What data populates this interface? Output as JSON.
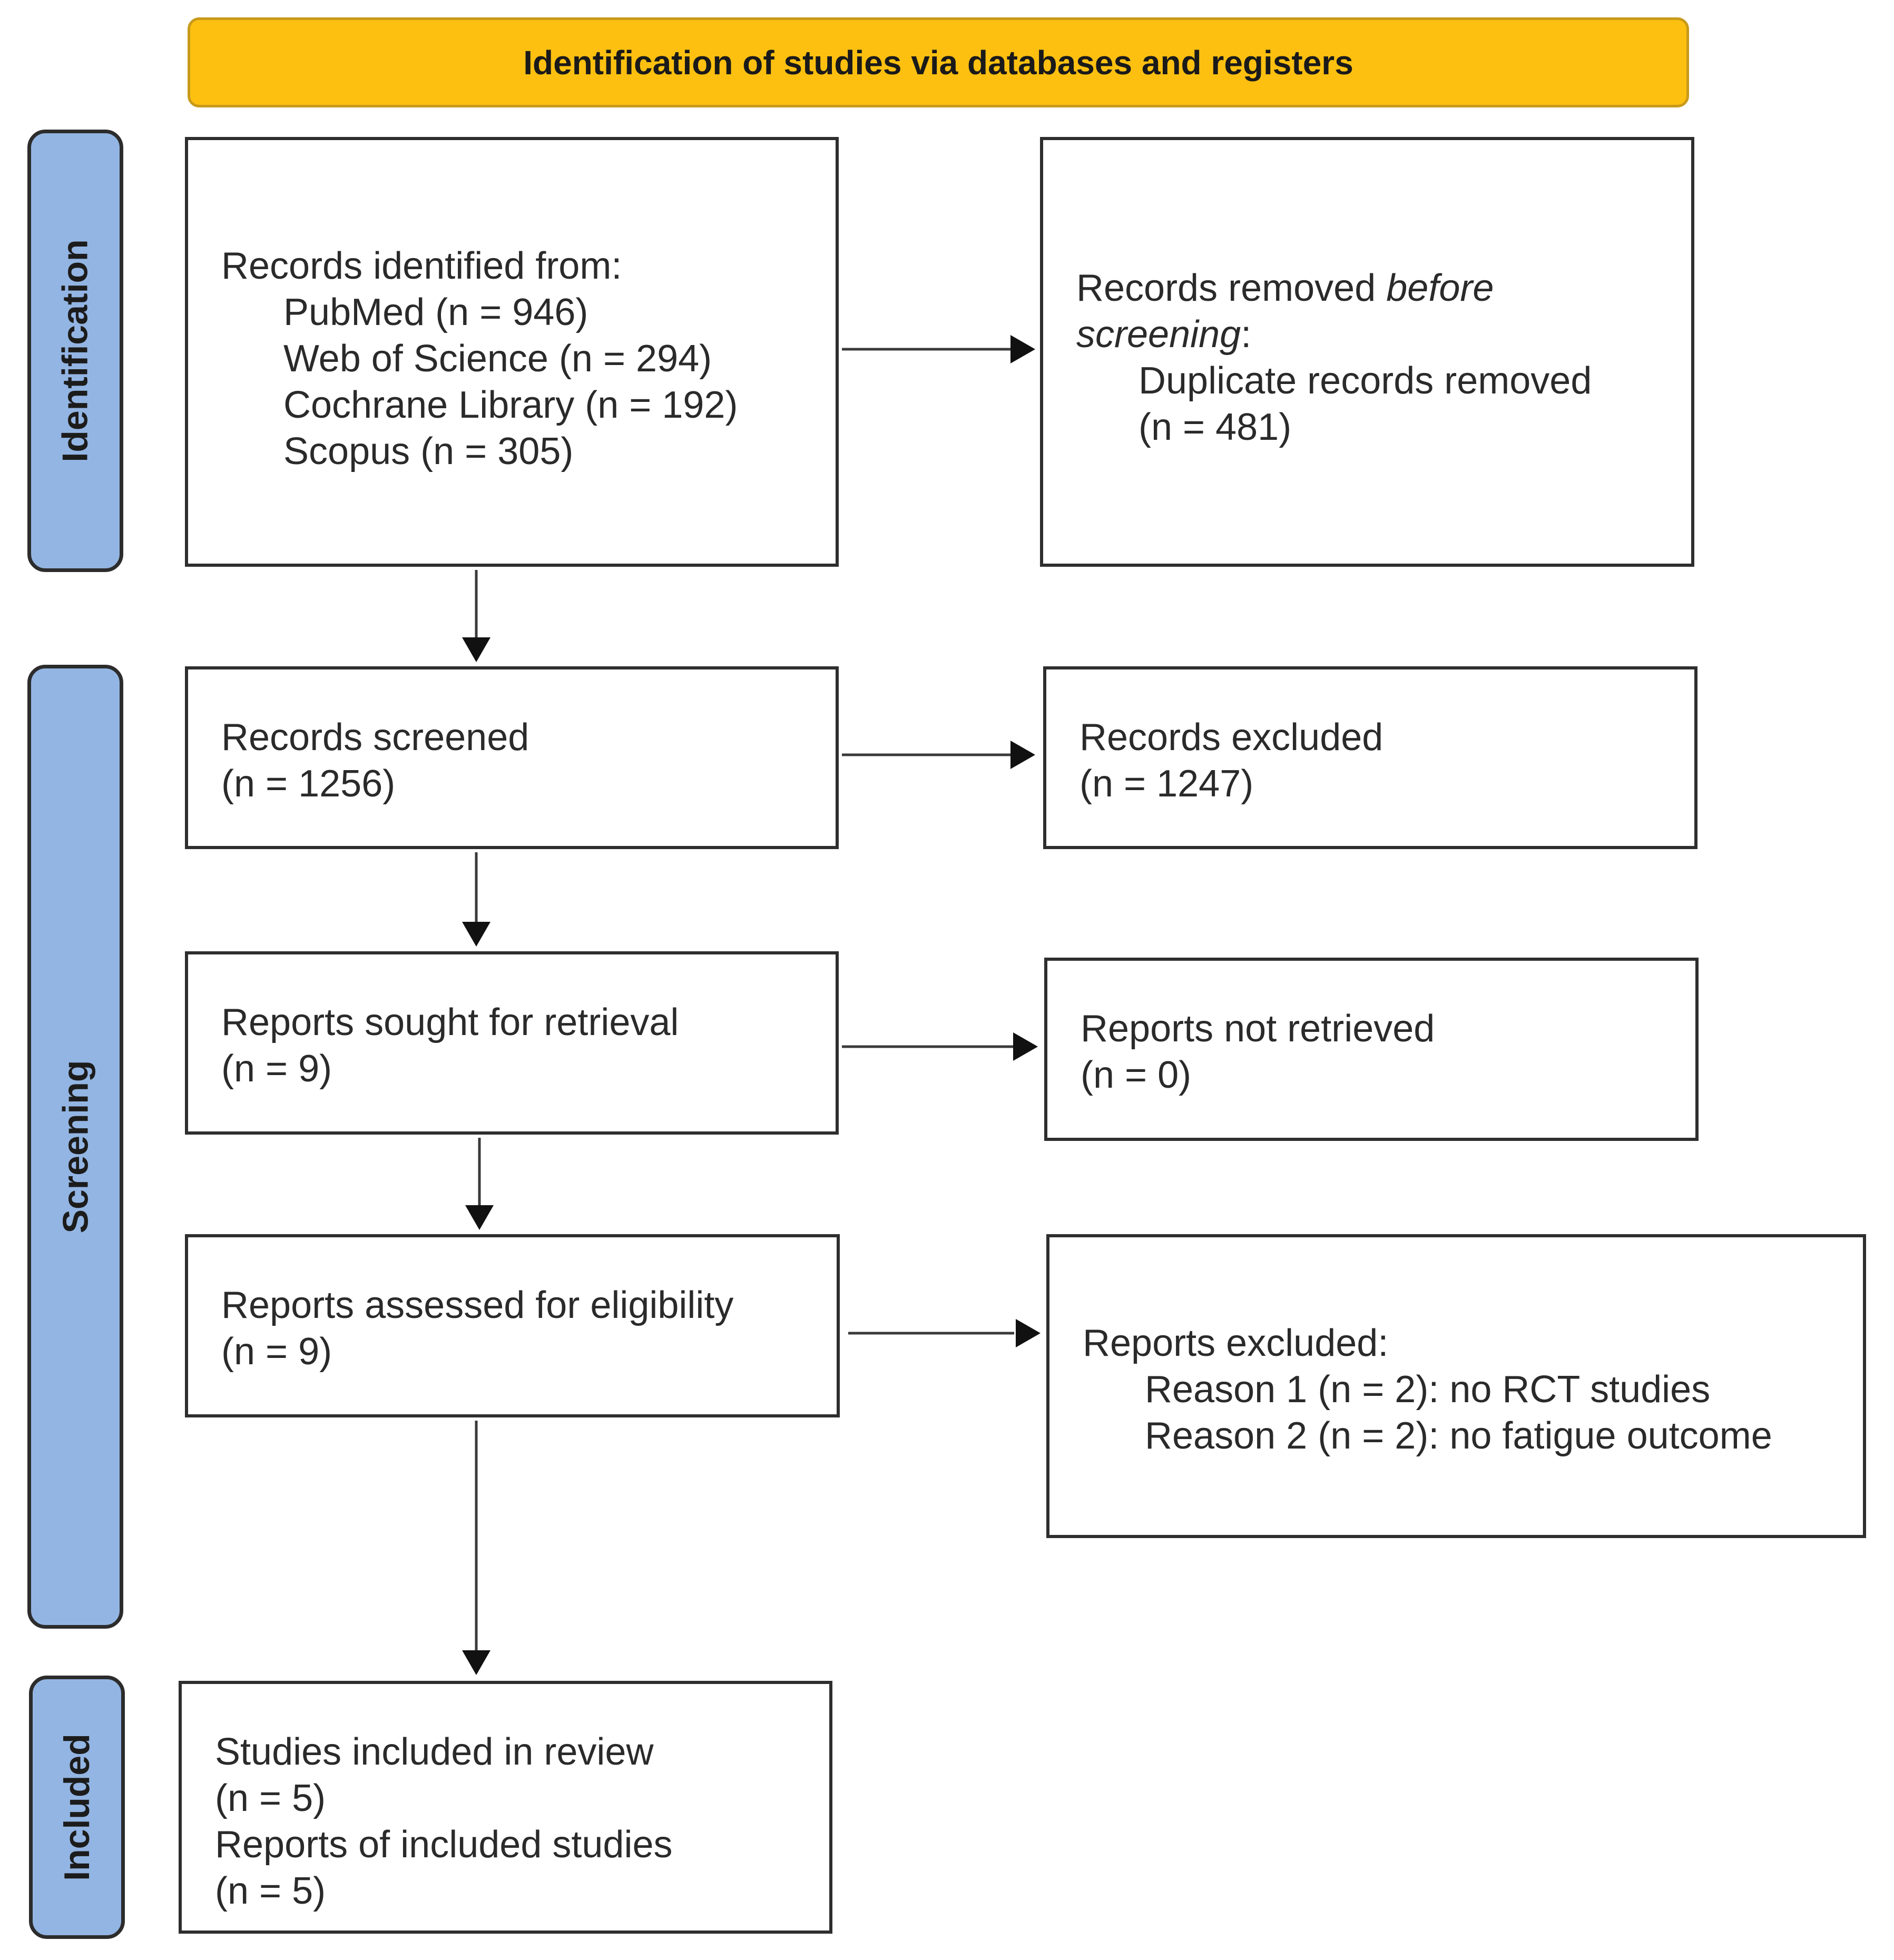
{
  "header": {
    "title": "Identification of studies via databases and registers"
  },
  "stages": {
    "identification": "Identification",
    "screening": "Screening",
    "included": "Included"
  },
  "boxes": {
    "records_identified": {
      "heading": "Records identified from:",
      "sources": [
        "PubMed (n = 946)",
        "Web of Science (n = 294)",
        "Cochrane Library (n = 192)",
        "Scopus (n = 305)"
      ]
    },
    "records_removed": {
      "heading_prefix": "Records removed ",
      "heading_italic_1": "before",
      "heading_italic_2": "screening",
      "heading_suffix": ":",
      "detail": "Duplicate records removed",
      "count": "(n = 481)"
    },
    "records_screened": {
      "label": "Records screened",
      "count": "(n = 1256)"
    },
    "records_excluded": {
      "label": "Records excluded",
      "count": "(n = 1247)"
    },
    "reports_sought": {
      "label": "Reports sought for retrieval",
      "count": "(n = 9)"
    },
    "reports_not_retrieved": {
      "label": "Reports not retrieved",
      "count": "(n = 0)"
    },
    "reports_assessed": {
      "label": "Reports assessed for eligibility",
      "count": "(n = 9)"
    },
    "reports_excluded": {
      "heading": "Reports excluded:",
      "reasons": [
        "Reason 1 (n = 2): no RCT studies",
        "Reason 2 (n = 2): no fatigue outcome"
      ]
    },
    "studies_included": {
      "label": "Studies included in review",
      "count": "(n = 5)",
      "reports_label": "Reports of included studies",
      "reports_count": "(n = 5)"
    }
  },
  "colors": {
    "header_fill": "#fdc010",
    "stage_fill": "#93b5e3",
    "border": "#2e2e2e"
  }
}
